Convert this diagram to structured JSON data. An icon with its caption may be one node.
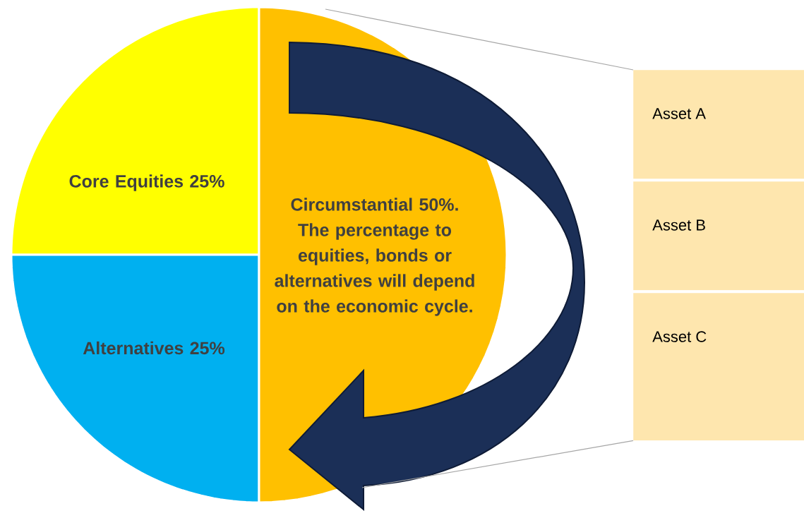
{
  "diagram": {
    "nodes": [
      {
        "text": [
          "Core Equities 25%"
        ]
      },
      {
        "text": [
          "Alternatives 25%"
        ]
      },
      {
        "text": [
          "Circumstantial 50%. The percentage to equities, bonds or alternatives will depend on the economic cycle."
        ]
      },
      {
        "text": [
          "Asset A"
        ]
      },
      {
        "text": [
          "Asset B"
        ]
      },
      {
        "text": [
          "Asset C"
        ]
      }
    ],
    "edges": [
      {
        "from": 2,
        "to": 3,
        "arrow": "none"
      },
      {
        "from": 2,
        "to": 5,
        "arrow": "none"
      }
    ]
  }
}
